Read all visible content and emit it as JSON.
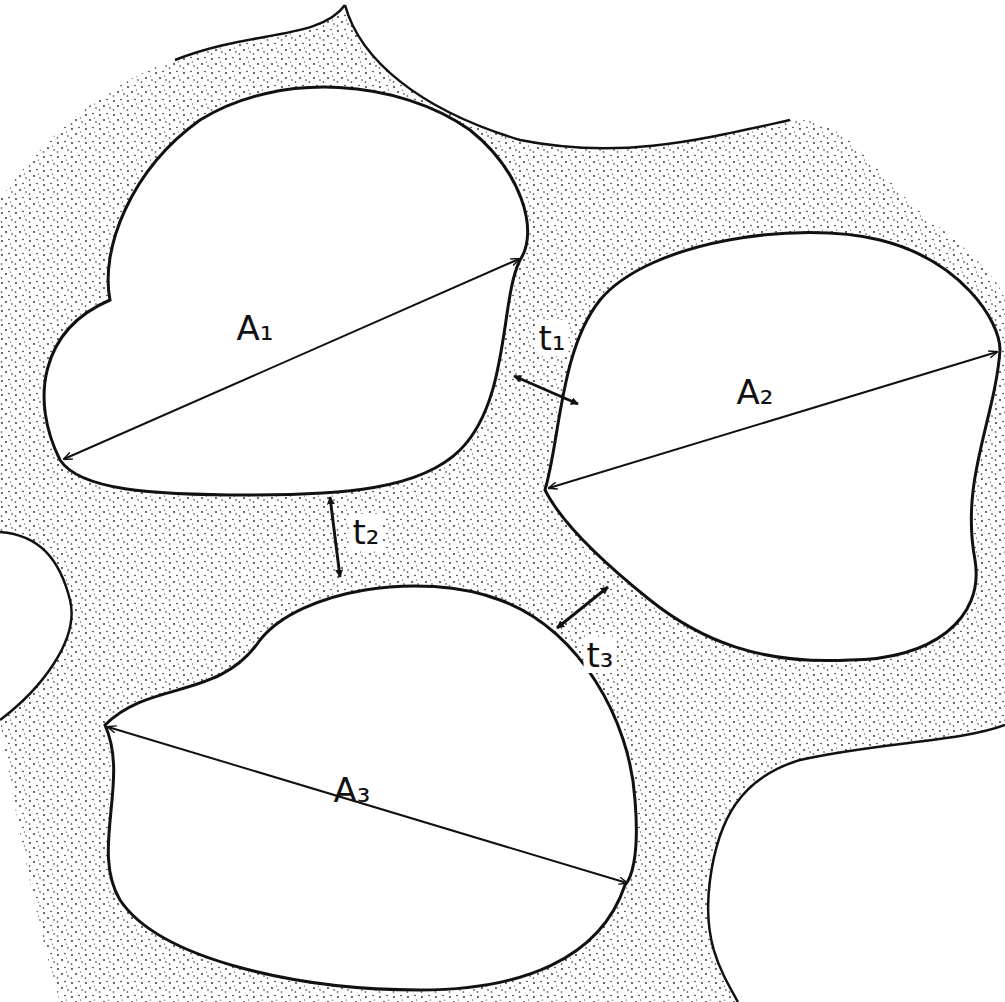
{
  "diagram": {
    "labels": [
      "A₁",
      "t₁",
      "A₂",
      "t₂",
      "t₃",
      "A₃"
    ]
  }
}
